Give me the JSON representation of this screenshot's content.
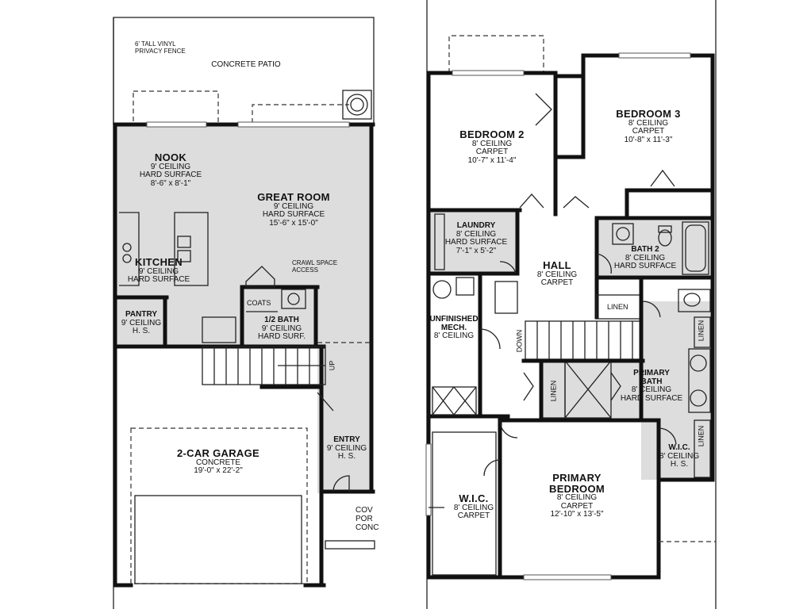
{
  "notes": {
    "fence": "6' TALL VINYL",
    "fence2": "PRIVACY FENCE",
    "patio": "CONCRETE PATIO",
    "crawl": "CRAWL SPACE",
    "crawl2": "ACCESS",
    "coats": "COATS",
    "up": "UP",
    "down": "DOWN",
    "porch1": "COV",
    "porch2": "POR",
    "porch3": "CONC"
  },
  "first_floor": [
    {
      "key": "nook",
      "name": "NOOK",
      "ceiling": "9' CEILING",
      "surface": "HARD SURFACE",
      "dims": "8'-6\" x 8'-1\""
    },
    {
      "key": "great",
      "name": "GREAT ROOM",
      "ceiling": "9' CEILING",
      "surface": "HARD SURFACE",
      "dims": "15'-6\" x 15'-0\""
    },
    {
      "key": "kitchen",
      "name": "KITCHEN",
      "ceiling": "9' CEILING",
      "surface": "HARD SURFACE",
      "dims": ""
    },
    {
      "key": "pantry",
      "name": "PANTRY",
      "ceiling": "9' CEILING",
      "surface": "H. S.",
      "dims": ""
    },
    {
      "key": "halfbath",
      "name": "1/2 BATH",
      "ceiling": "9' CEILING",
      "surface": "HARD SURF.",
      "dims": ""
    },
    {
      "key": "garage",
      "name": "2-CAR GARAGE",
      "ceiling": "CONCRETE",
      "surface": "19'-0\" x 22'-2\"",
      "dims": ""
    },
    {
      "key": "entry",
      "name": "ENTRY",
      "ceiling": "9' CEILING",
      "surface": "H. S.",
      "dims": ""
    }
  ],
  "second_floor": [
    {
      "key": "bed2",
      "name": "BEDROOM 2",
      "ceiling": "8' CEILING",
      "surface": "CARPET",
      "dims": "10'-7\" x 11'-4\""
    },
    {
      "key": "bed3",
      "name": "BEDROOM 3",
      "ceiling": "8' CEILING",
      "surface": "CARPET",
      "dims": "10'-8\" x 11'-3\""
    },
    {
      "key": "laundry",
      "name": "LAUNDRY",
      "ceiling": "8' CEILING",
      "surface": "HARD SURFACE",
      "dims": "7'-1\" x 5'-2\""
    },
    {
      "key": "bath2",
      "name": "BATH 2",
      "ceiling": "8' CEILING",
      "surface": "HARD SURFACE",
      "dims": ""
    },
    {
      "key": "hall",
      "name": "HALL",
      "ceiling": "8' CEILING",
      "surface": "CARPET",
      "dims": ""
    },
    {
      "key": "mech",
      "name": "UNFINISHED",
      "ceiling": "MECH.",
      "surface": "8' CEILING",
      "dims": ""
    },
    {
      "key": "pbath",
      "name": "PRIMARY",
      "ceiling": "BATH",
      "surface": "8' CEILING",
      "dims": "HARD SURFACE"
    },
    {
      "key": "wic2",
      "name": "W.I.C.",
      "ceiling": "8' CEILING",
      "surface": "H. S.",
      "dims": ""
    },
    {
      "key": "wic1",
      "name": "W.I.C.",
      "ceiling": "8' CEILING",
      "surface": "CARPET",
      "dims": ""
    },
    {
      "key": "pbed",
      "name": "PRIMARY",
      "ceiling": "BEDROOM",
      "surface": "8' CEILING",
      "dims": "CARPET",
      "extra": "12'-10\" x 13'-5\""
    }
  ],
  "linen_labels": [
    "LINEN",
    "LINEN",
    "LINEN",
    "LINEN"
  ]
}
